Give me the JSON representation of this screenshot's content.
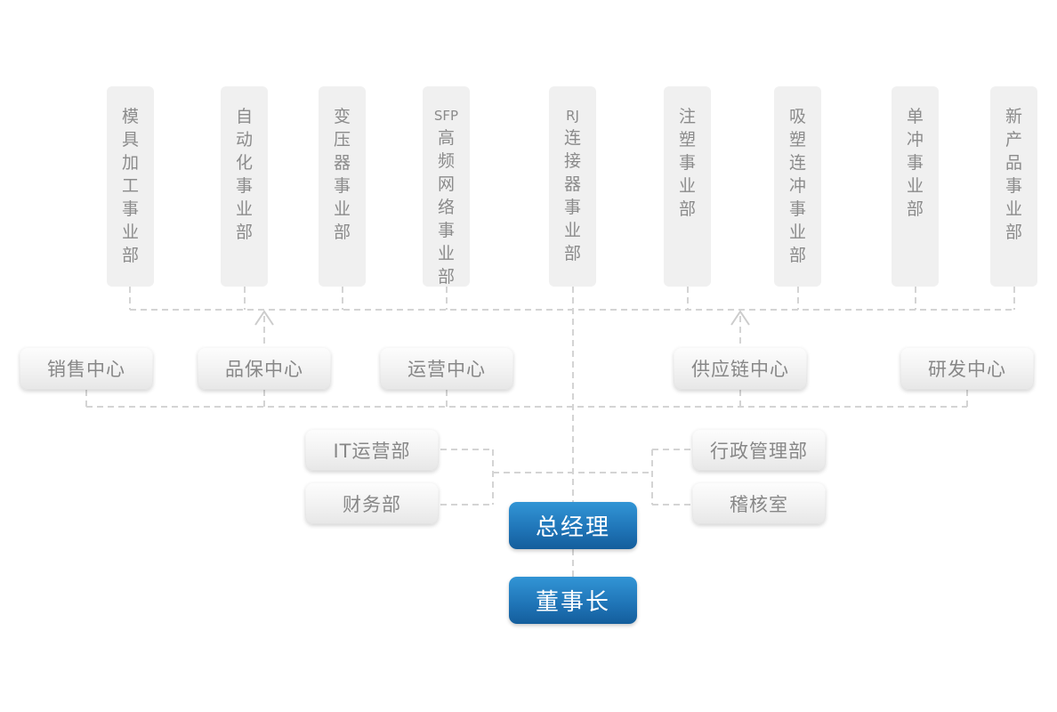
{
  "org_chart": {
    "business_units": [
      {
        "label": "模具加工事业部"
      },
      {
        "label": "自动化事业部"
      },
      {
        "label": "变压器事业部"
      },
      {
        "prefix": "SFP",
        "label": "高频网络事业部"
      },
      {
        "prefix": "RJ",
        "label": "连接器事业部"
      },
      {
        "label": "注塑事业部"
      },
      {
        "label": "吸塑连冲事业部"
      },
      {
        "label": "单冲事业部"
      },
      {
        "label": "新产品事业部"
      }
    ],
    "centers": [
      {
        "label": "销售中心"
      },
      {
        "label": "品保中心"
      },
      {
        "label": "运营中心"
      },
      {
        "label": "供应链中心"
      },
      {
        "label": "研发中心"
      }
    ],
    "departments": [
      {
        "label": "IT运营部"
      },
      {
        "label": "财务部"
      },
      {
        "label": "行政管理部"
      },
      {
        "label": "稽核室"
      }
    ],
    "executives": [
      {
        "label": "总经理"
      },
      {
        "label": "董事长"
      }
    ],
    "colors": {
      "unit_box_fill": "#f0f0f0",
      "gray_box_gradient_top": "#fdfdfd",
      "gray_box_gradient_bottom": "#e7e7e7",
      "executive_gradient_top": "#3295d5",
      "executive_gradient_bottom": "#145e9c",
      "connector_line": "#d4d4d4",
      "gray_text": "#878787",
      "unit_text": "#8b8b8b",
      "executive_text": "#ffffff"
    }
  }
}
